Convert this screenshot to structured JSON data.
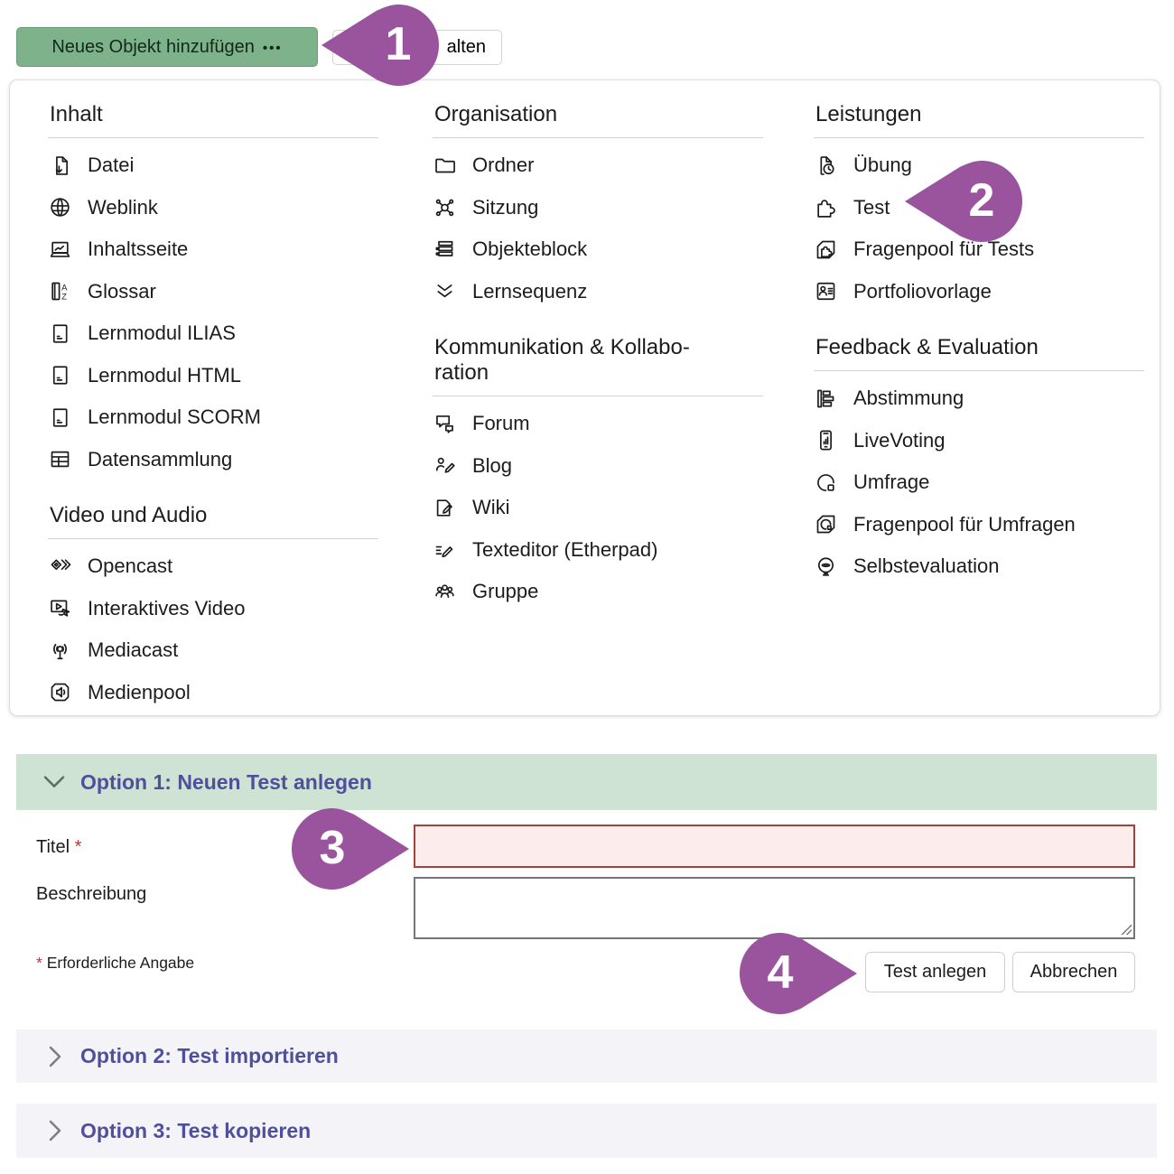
{
  "toolbar": {
    "add_object_label": "Neues Objekt hinzufügen",
    "add_object_dots": "•••",
    "partial_button_label": "alten"
  },
  "menu": {
    "columns": [
      {
        "sections": [
          {
            "title_lines": [
              "Inhalt"
            ],
            "items": [
              {
                "label": "Datei",
                "icon": "file-download"
              },
              {
                "label": "Weblink",
                "icon": "globe"
              },
              {
                "label": "Inhaltsseite",
                "icon": "content-page"
              },
              {
                "label": "Glossar",
                "icon": "glossary"
              },
              {
                "label": "Lernmodul ILIAS",
                "icon": "learning-module"
              },
              {
                "label": "Lernmodul HTML",
                "icon": "learning-module"
              },
              {
                "label": "Lernmodul SCORM",
                "icon": "learning-module"
              },
              {
                "label": "Datensammlung",
                "icon": "data-collection"
              }
            ]
          },
          {
            "title_lines": [
              "Video und Audio"
            ],
            "items": [
              {
                "label": "Opencast",
                "icon": "opencast"
              },
              {
                "label": "Interaktives Video",
                "icon": "interactive-video"
              },
              {
                "label": "Mediacast",
                "icon": "mediacast"
              },
              {
                "label": "Medienpool",
                "icon": "media-pool"
              }
            ]
          }
        ]
      },
      {
        "sections": [
          {
            "title_lines": [
              "Organisation"
            ],
            "items": [
              {
                "label": "Ordner",
                "icon": "folder"
              },
              {
                "label": "Sitzung",
                "icon": "session"
              },
              {
                "label": "Objekteblock",
                "icon": "object-block"
              },
              {
                "label": "Lernsequenz",
                "icon": "learning-sequence"
              }
            ]
          },
          {
            "title_lines": [
              "Kommunikation & Kollabo-",
              "ration"
            ],
            "items": [
              {
                "label": "Forum",
                "icon": "forum"
              },
              {
                "label": "Blog",
                "icon": "blog"
              },
              {
                "label": "Wiki",
                "icon": "wiki"
              },
              {
                "label": "Texteditor (Etherpad)",
                "icon": "etherpad"
              },
              {
                "label": "Gruppe",
                "icon": "group"
              }
            ]
          }
        ]
      },
      {
        "sections": [
          {
            "title_lines": [
              "Leistungen"
            ],
            "items": [
              {
                "label": "Übung",
                "icon": "exercise"
              },
              {
                "label": "Test",
                "icon": "test"
              },
              {
                "label": "Fragenpool für Tests",
                "icon": "question-pool-tests"
              },
              {
                "label": "Portfoliovorlage",
                "icon": "portfolio-template"
              }
            ]
          },
          {
            "title_lines": [
              "Feedback & Evaluation"
            ],
            "items": [
              {
                "label": "Abstimmung",
                "icon": "poll"
              },
              {
                "label": "LiveVoting",
                "icon": "live-voting"
              },
              {
                "label": "Umfrage",
                "icon": "survey"
              },
              {
                "label": "Fragenpool für Umfragen",
                "icon": "question-pool-surveys"
              },
              {
                "label": "Selbstevaluation",
                "icon": "self-evaluation"
              }
            ]
          }
        ]
      }
    ]
  },
  "form": {
    "option1_title": "Option 1: Neuen Test anlegen",
    "title_label": "Titel",
    "required_mark": "*",
    "title_value": "",
    "description_label": "Beschreibung",
    "description_value": "",
    "required_note": "Erforderliche Angabe",
    "submit_label": "Test anlegen",
    "cancel_label": "Abbrechen"
  },
  "collapsed_sections": [
    "Option 2: Test importieren",
    "Option 3: Test kopieren"
  ],
  "markers": [
    {
      "number": "1"
    },
    {
      "number": "2"
    },
    {
      "number": "3"
    },
    {
      "number": "4"
    }
  ],
  "colors": {
    "primary_button_green": "#7db28a",
    "option1_band_green": "#cfe3d4",
    "collapsed_band_gray": "#f4f3f7",
    "option_title_purple": "#4f4f9b",
    "marker_purple": "#9a549e",
    "error_red_border": "#a4403d",
    "error_red_bg": "#fcecec"
  }
}
